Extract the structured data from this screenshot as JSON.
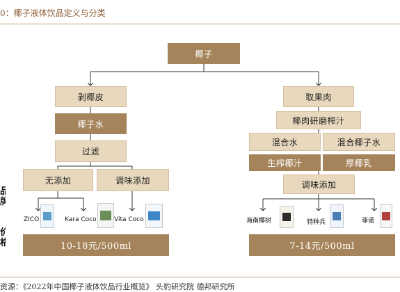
{
  "header": {
    "title": "0：椰子液体饮品定义与分类",
    "source": "资源：《2022年中国椰子液体饮品行业概览》 头豹研究院 德邦研究所"
  },
  "side_labels": {
    "top": "品\n牌",
    "bottom": "价\n格"
  },
  "nodes": {
    "root": "椰子",
    "peel": "剥椰皮",
    "coconut_water": "椰子水",
    "filter": "过滤",
    "no_additive": "无添加",
    "flavored_left": "调味添加",
    "take_meat": "取果肉",
    "grind_juice": "椰肉研磨榨汁",
    "mix_water": "混合水",
    "mix_coconut_water": "混合椰子水",
    "fresh_juice": "生榨椰汁",
    "thick_milk": "厚椰乳",
    "flavored_right": "调味添加"
  },
  "brands": {
    "zico": "ZICO",
    "kara": "Kara Coco",
    "vita": "Vita Coco",
    "hainan": "海南椰树",
    "tezhong": "特种兵",
    "feinuo": "菲诺"
  },
  "prices": {
    "left": "10-18元/500ml",
    "right": "7-14元/500ml"
  },
  "colors": {
    "dark_box": "#a6845b",
    "light_box": "#e8d8bd",
    "accent": "#8a5a33"
  }
}
